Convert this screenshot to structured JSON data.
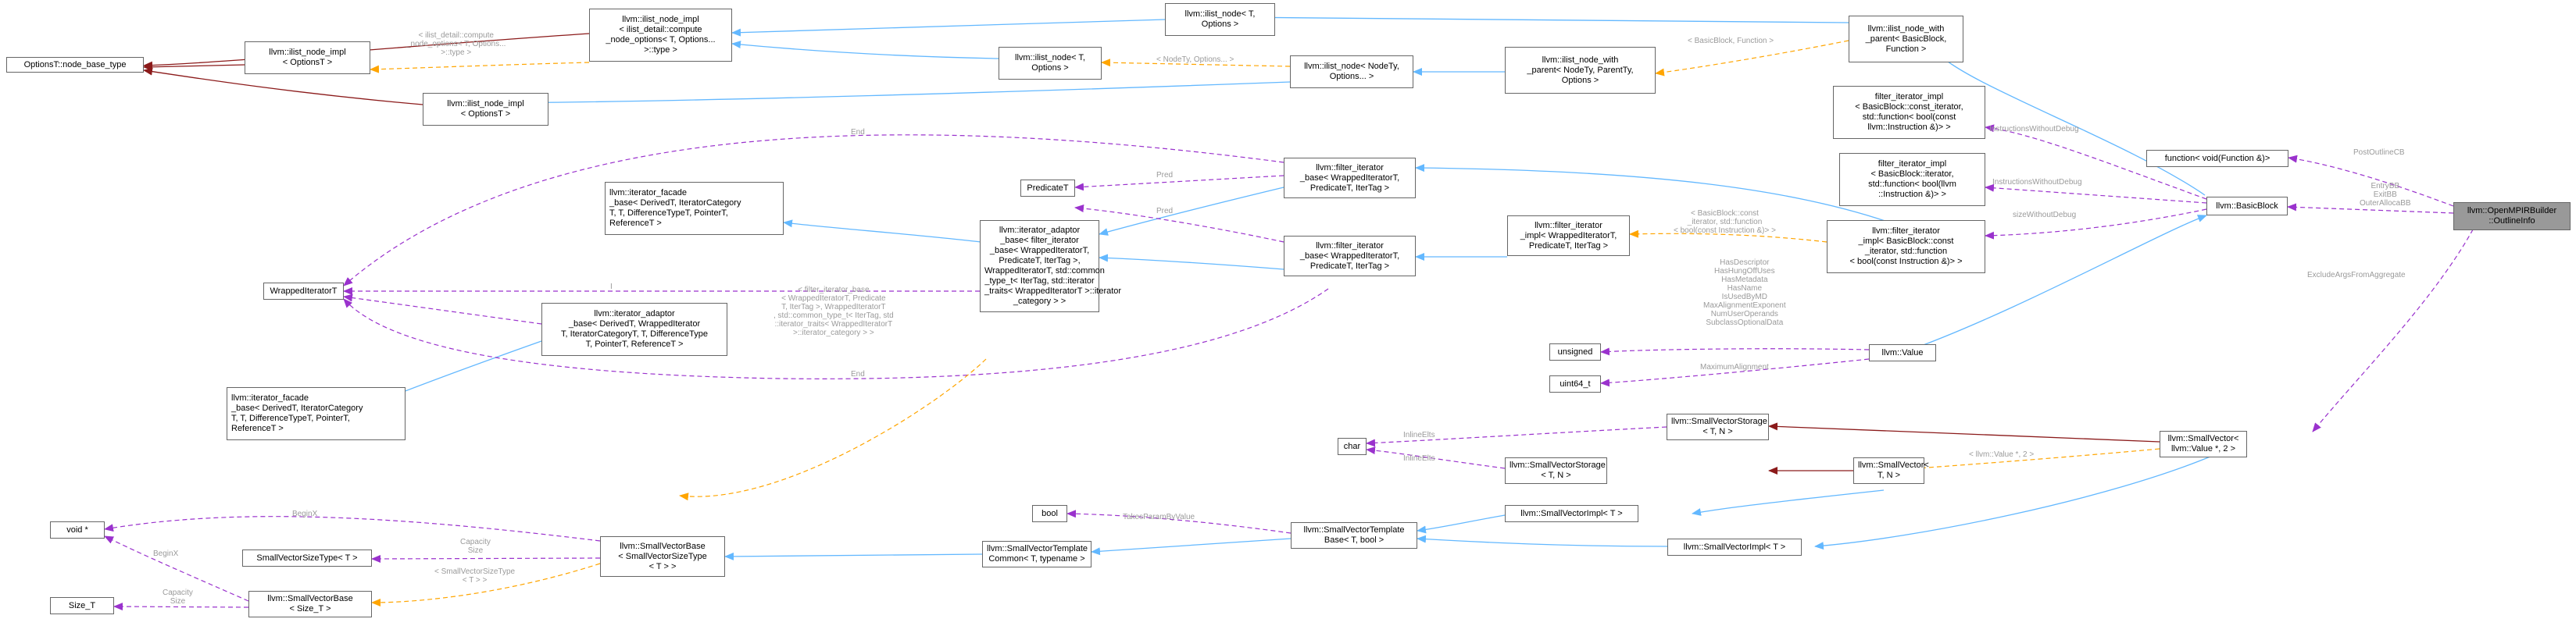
{
  "colors": {
    "inheritance": "#63b8ff",
    "inheritance_private": "#8b1a1a",
    "usage": "#9a32cd",
    "template": "#ffa500",
    "label": "#9a9a9a",
    "node_border": "#666666",
    "focus_fill": "#999999"
  },
  "nodes": {
    "optionsT_node_base_type": {
      "lines": [
        "OptionsT::node_base_type"
      ]
    },
    "ilist_node_impl_compute": {
      "lines": [
        "llvm::ilist_node_impl",
        "< ilist_detail::compute",
        "_node_options< T, Options...",
        ">::type >"
      ]
    },
    "ilist_node_impl_optionsT_1": {
      "lines": [
        "llvm::ilist_node_impl",
        "< OptionsT >"
      ]
    },
    "ilist_node_impl_optionsT_2": {
      "lines": [
        "llvm::ilist_node_impl",
        "< OptionsT >"
      ]
    },
    "ilist_node_t_options_1": {
      "lines": [
        "llvm::ilist_node< T,",
        "Options >"
      ]
    },
    "ilist_node_t_options_2": {
      "lines": [
        "llvm::ilist_node< T,",
        "Options >"
      ]
    },
    "ilist_node_nodety": {
      "lines": [
        "llvm::ilist_node< NodeTy,",
        "Options... >"
      ]
    },
    "ilist_node_with_parent_nodety": {
      "lines": [
        "llvm::ilist_node_with",
        "_parent< NodeTy, ParentTy,",
        "Options >"
      ]
    },
    "ilist_node_with_parent_bb": {
      "lines": [
        "llvm::ilist_node_with",
        "_parent< BasicBlock,",
        "Function >"
      ]
    },
    "iterator_facade_base_1": {
      "lines": [
        "llvm::iterator_facade",
        "_base< DerivedT, IteratorCategory",
        "T, T, DifferenceTypeT, PointerT,",
        "ReferenceT >"
      ]
    },
    "iterator_facade_base_2": {
      "lines": [
        "llvm::iterator_facade",
        "_base< DerivedT, IteratorCategory",
        "T, T, DifferenceTypeT, PointerT,",
        "ReferenceT >"
      ]
    },
    "wrapped_iterator_t": {
      "lines": [
        "WrappedIteratorT"
      ]
    },
    "iterator_adaptor_base_generic": {
      "lines": [
        "llvm::iterator_adaptor",
        "_base< DerivedT, WrappedIterator",
        "T, IteratorCategoryT, T, DifferenceType",
        "T, PointerT, ReferenceT >"
      ]
    },
    "iterator_adaptor_base_filter": {
      "lines": [
        "llvm::iterator_adaptor",
        "_base< filter_iterator",
        "_base< WrappedIteratorT,",
        "PredicateT, IterTag >,",
        "WrappedIteratorT, std::common",
        "_type_t< IterTag, std::iterator",
        "_traits< WrappedIteratorT >::iterator",
        "_category > >"
      ]
    },
    "predicate_t": {
      "lines": [
        "PredicateT"
      ]
    },
    "filter_iterator_base_1": {
      "lines": [
        "llvm::filter_iterator",
        "_base< WrappedIteratorT,",
        "PredicateT, IterTag >"
      ]
    },
    "filter_iterator_base_2": {
      "lines": [
        "llvm::filter_iterator",
        "_base< WrappedIteratorT,",
        "PredicateT, IterTag >"
      ]
    },
    "filter_iterator_impl_generic": {
      "lines": [
        "llvm::filter_iterator",
        "_impl< WrappedIteratorT,",
        "PredicateT, IterTag >"
      ]
    },
    "filter_iterator_impl_llvm": {
      "lines": [
        "llvm::filter_iterator",
        "_impl< BasicBlock::const",
        "_iterator, std::function",
        "< bool(const Instruction &)> >"
      ]
    },
    "filter_iterator_impl_const": {
      "lines": [
        "filter_iterator_impl",
        "< BasicBlock::const_iterator,",
        "std::function< bool(const",
        "llvm::Instruction &)> >"
      ]
    },
    "filter_iterator_impl_iter": {
      "lines": [
        "filter_iterator_impl",
        "< BasicBlock::iterator,",
        "std::function< bool(llvm",
        "::Instruction &)> >"
      ]
    },
    "function_void": {
      "lines": [
        "function< void(Function &)>"
      ]
    },
    "basic_block": {
      "lines": [
        "llvm::BasicBlock"
      ]
    },
    "outline_info": {
      "lines": [
        "llvm::OpenMPIRBuilder",
        "::OutlineInfo"
      ]
    },
    "unsigned": {
      "lines": [
        "unsigned"
      ]
    },
    "uint64_t": {
      "lines": [
        "uint64_t"
      ]
    },
    "value": {
      "lines": [
        "llvm::Value"
      ]
    },
    "char": {
      "lines": [
        "char"
      ]
    },
    "small_vector_storage_1": {
      "lines": [
        "llvm::SmallVectorStorage",
        "< T, N >"
      ]
    },
    "small_vector_storage_2": {
      "lines": [
        "llvm::SmallVectorStorage",
        "< T, N >"
      ]
    },
    "small_vector_t_n": {
      "lines": [
        "llvm::SmallVector<",
        "T, N >"
      ]
    },
    "small_vector_value": {
      "lines": [
        "llvm::SmallVector<",
        "llvm::Value *, 2 >"
      ]
    },
    "bool": {
      "lines": [
        "bool"
      ]
    },
    "small_vector_impl_1": {
      "lines": [
        "llvm::SmallVectorImpl< T >"
      ]
    },
    "small_vector_impl_2": {
      "lines": [
        "llvm::SmallVectorImpl< T >"
      ]
    },
    "small_vector_template_base": {
      "lines": [
        "llvm::SmallVectorTemplate",
        "Base< T, bool >"
      ]
    },
    "small_vector_template_common": {
      "lines": [
        "llvm::SmallVectorTemplate",
        "Common< T, typename >"
      ]
    },
    "small_vector_base_template": {
      "lines": [
        "llvm::SmallVectorBase",
        "< SmallVectorSizeType",
        "< T > >"
      ]
    },
    "void_ptr": {
      "lines": [
        "void *"
      ]
    },
    "small_vector_size_type": {
      "lines": [
        "SmallVectorSizeType< T >"
      ]
    },
    "size_t": {
      "lines": [
        "Size_T"
      ]
    },
    "small_vector_base_size": {
      "lines": [
        "llvm::SmallVectorBase",
        "< Size_T >"
      ]
    }
  },
  "edge_labels": {
    "compute_options": [
      "< ilist_detail::compute",
      "_node_options< T, Options...",
      ">::type >"
    ],
    "basicblock_function": [
      "< BasicBlock, Function >"
    ],
    "nodety_options": [
      "< NodeTy, Options... >"
    ],
    "end_top": [
      "End"
    ],
    "i_label": [
      "I"
    ],
    "pred_1": [
      "Pred"
    ],
    "pred_2": [
      "Pred"
    ],
    "filter_iterator_base_tmpl": [
      "< filter_iterator_base",
      "< WrappedIteratorT, Predicate",
      "T, IterTag >, WrappedIteratorT",
      ", std::common_type_t< IterTag, std",
      "::iterator_traits< WrappedIteratorT",
      ">::iterator_category > >"
    ],
    "end_bottom": [
      "End"
    ],
    "basicblock_const_iter": [
      "< BasicBlock::const",
      "_iterator, std::function",
      "< bool(const Instruction &)> >"
    ],
    "instructions_without_debug_1": [
      "InstructionsWithoutDebug"
    ],
    "instructions_without_debug_2": [
      "InstructionsWithoutDebug"
    ],
    "size_without_debug": [
      "sizeWithoutDebug"
    ],
    "post_outline_cb": [
      "PostOutlineCB"
    ],
    "entry_exit_bb": [
      "EntryBB",
      "ExitBB",
      "OuterAllocaBB"
    ],
    "exclude_args": [
      "ExcludeArgsFromAggregate"
    ],
    "value_flags": [
      "HasDescriptor",
      "HasHungOffUses",
      "HasMetadata",
      "HasName",
      "IsUsedByMD",
      "MaxAlignmentExponent",
      "NumUserOperands",
      "SubclassOptionalData"
    ],
    "maximum_alignment": [
      "MaximumAlignment"
    ],
    "inline_elts_1": [
      "InlineElts"
    ],
    "inline_elts_2": [
      "InlineElts"
    ],
    "llvm_value_ptr_2": [
      "< llvm::Value *, 2 >"
    ],
    "takes_param_by_value": [
      "TakesParamByValue"
    ],
    "beginx_1": [
      "BeginX"
    ],
    "capacity_size_1": [
      "Capacity",
      "Size"
    ],
    "small_vector_size_type_label": [
      "< SmallVectorSizeType",
      "< T > >"
    ],
    "beginx_2": [
      "BeginX"
    ],
    "capacity_size_2": [
      "Capacity",
      "Size"
    ]
  }
}
